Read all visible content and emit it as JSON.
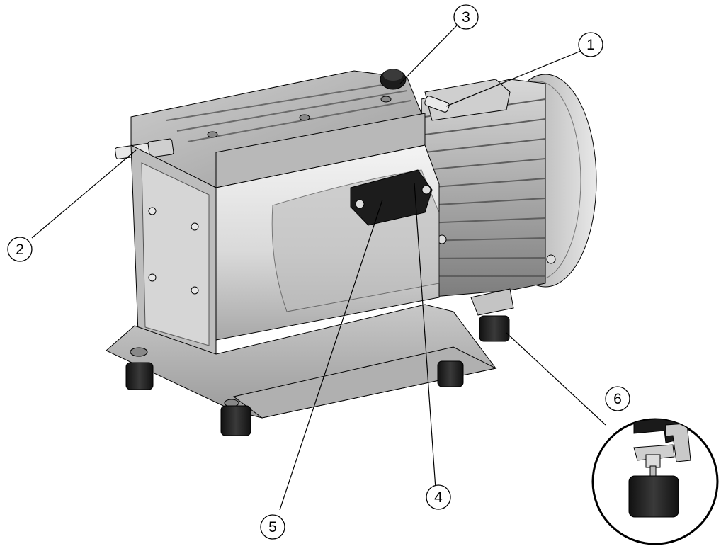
{
  "callouts": [
    {
      "id": "1",
      "label": "1"
    },
    {
      "id": "2",
      "label": "2"
    },
    {
      "id": "3",
      "label": "3"
    },
    {
      "id": "4",
      "label": "4"
    },
    {
      "id": "5",
      "label": "5"
    },
    {
      "id": "6",
      "label": "6"
    }
  ],
  "colors": {
    "background": "#ffffff",
    "housing_light": "#e6e6e6",
    "housing_mid": "#bdbdbd",
    "housing_dark": "#8c8c8c",
    "rubber_feet": "#1a1a1a",
    "outline": "#000000"
  }
}
